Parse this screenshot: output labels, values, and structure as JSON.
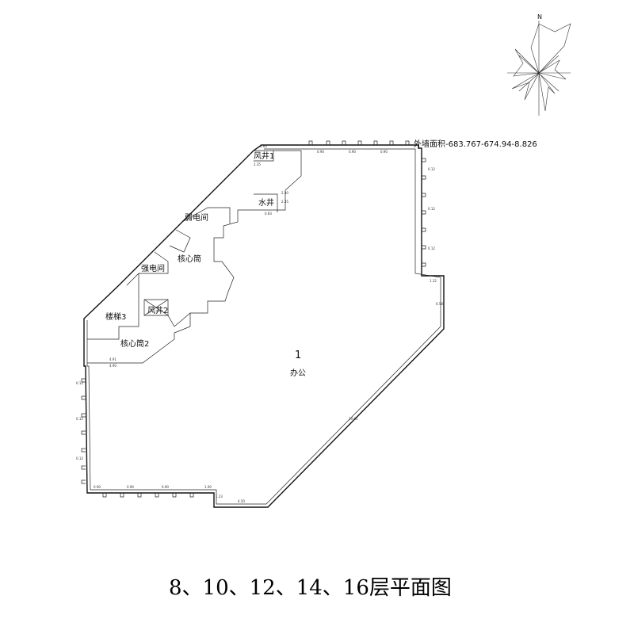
{
  "drawing": {
    "title": "8、10、12、14、16层平面图",
    "north_label": "N",
    "area_note": "外墙面积-683.767-674.94-8.826",
    "main_room_number": "1",
    "main_room_name": "办公",
    "rooms": {
      "wind_shaft_1": "风井1",
      "water_shaft": "水井",
      "weak_electric": "弱电间",
      "core_tube": "核心筒",
      "strong_electric": "强电间",
      "wind_shaft_2": "风井2",
      "stair_3": "楼梯3",
      "core_tube_2": "核心筒2"
    },
    "dimensions": {
      "d_1_60": "1.60",
      "d_2_35": "2.35",
      "d_2_30": "2.30",
      "d_0_83": "0.83",
      "d_4_91": "4.91",
      "d_4_90": "4.90",
      "d_1_32": "1.32",
      "d_4_50": "4.50",
      "d_1_23": "1.23",
      "d_19_45": "19.45",
      "d_6_58": "6.58",
      "d_0_90": "0.90",
      "d_0_12": "0.12",
      "d_1_00": "1.00"
    }
  }
}
